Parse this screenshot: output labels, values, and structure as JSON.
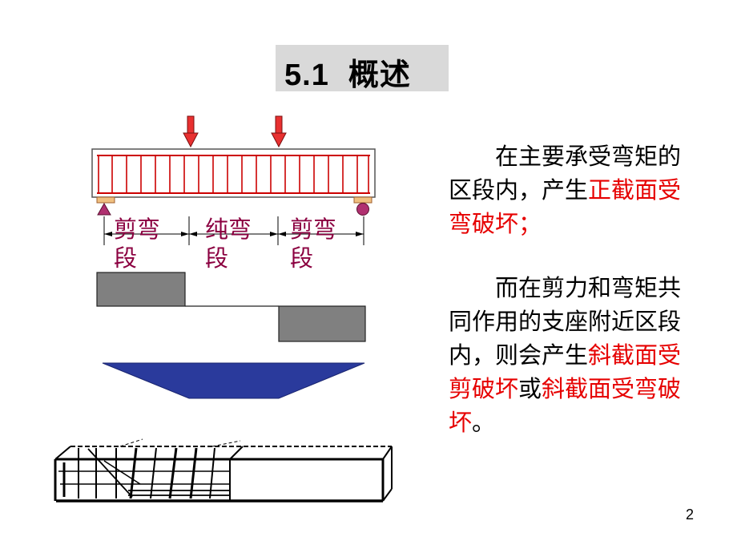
{
  "slide": {
    "section_number": "5.1",
    "section_title": "概述",
    "page_number": "2"
  },
  "diagram": {
    "segments": [
      {
        "line1": "剪弯",
        "line2": "段"
      },
      {
        "line1": "纯弯",
        "line2": "段"
      },
      {
        "line1": "剪弯",
        "line2": "段"
      }
    ]
  },
  "text": {
    "para1": [
      {
        "text": "在主要承受弯矩的区段内，产生",
        "style": "normal"
      },
      {
        "text": "正截面受弯破坏",
        "style": "red"
      },
      {
        "text": "；",
        "style": "red"
      }
    ],
    "para2": [
      {
        "text": "而在剪力和弯矩共同作用的支座附近区段内，则会产生",
        "style": "normal"
      },
      {
        "text": "斜截面受剪破坏",
        "style": "red"
      },
      {
        "text": "或",
        "style": "normal"
      },
      {
        "text": "斜截面受弯破坏",
        "style": "red"
      },
      {
        "text": "。",
        "style": "normal"
      }
    ]
  },
  "colors": {
    "title_bg": "#d9d9d9",
    "stirrup": "#cc0000",
    "label": "#8b0040",
    "shear": "#808080",
    "moment": "#2a3a9c",
    "accent_red": "#e60000"
  }
}
